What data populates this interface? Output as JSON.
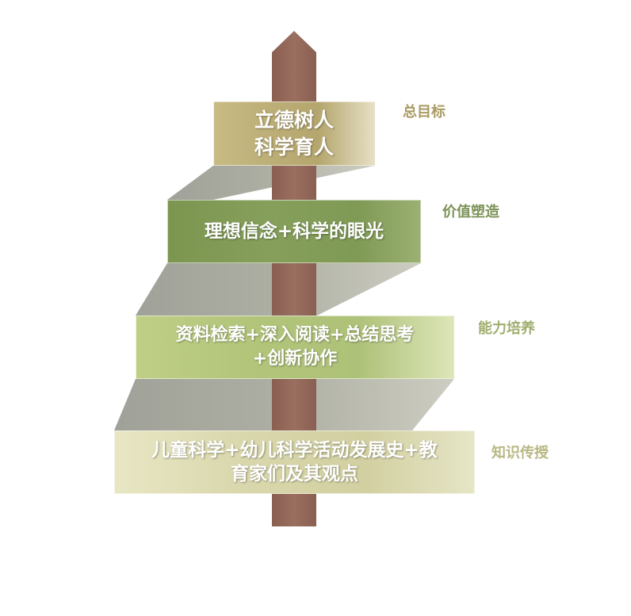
{
  "levels": [
    {
      "id": "goal",
      "box_lines": [
        "立德树人",
        "科学育人"
      ],
      "label": "总目标",
      "color": "#b5a66e"
    },
    {
      "id": "value",
      "box_lines": [
        "理想信念+科学的眼光"
      ],
      "label": "价值塑造",
      "color": "#7f9a55"
    },
    {
      "id": "ability",
      "box_lines": [
        "资料检索+深入阅读+总结思考",
        "+创新协作"
      ],
      "label": "能力培养",
      "color": "#b2c57a"
    },
    {
      "id": "knowledge",
      "box_lines": [
        "儿童科学+幼儿科学活动发展史+教",
        "育家们及其观点"
      ],
      "label": "知识传授",
      "color": "#d9d7ac"
    }
  ],
  "colors": {
    "pole": "#956a5c",
    "connector": "#9a9a8e"
  }
}
